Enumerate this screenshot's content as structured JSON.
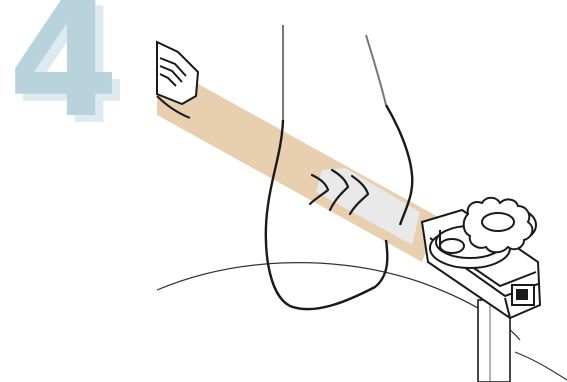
{
  "step": {
    "number": "4"
  },
  "colors": {
    "strap": "#e7cfb0",
    "strap_highlight": "#e9e9e9",
    "step_number": "#b9d3dc",
    "step_number_shadow": "#ddebf0",
    "line": "#1a1a1a",
    "thin_line": "#444444"
  },
  "illustration": {
    "objects": [
      "left-buckle",
      "strap",
      "body-outline",
      "ankle-curve",
      "chevron-marks",
      "tension-knob",
      "base-clamp",
      "mounting-post"
    ]
  }
}
